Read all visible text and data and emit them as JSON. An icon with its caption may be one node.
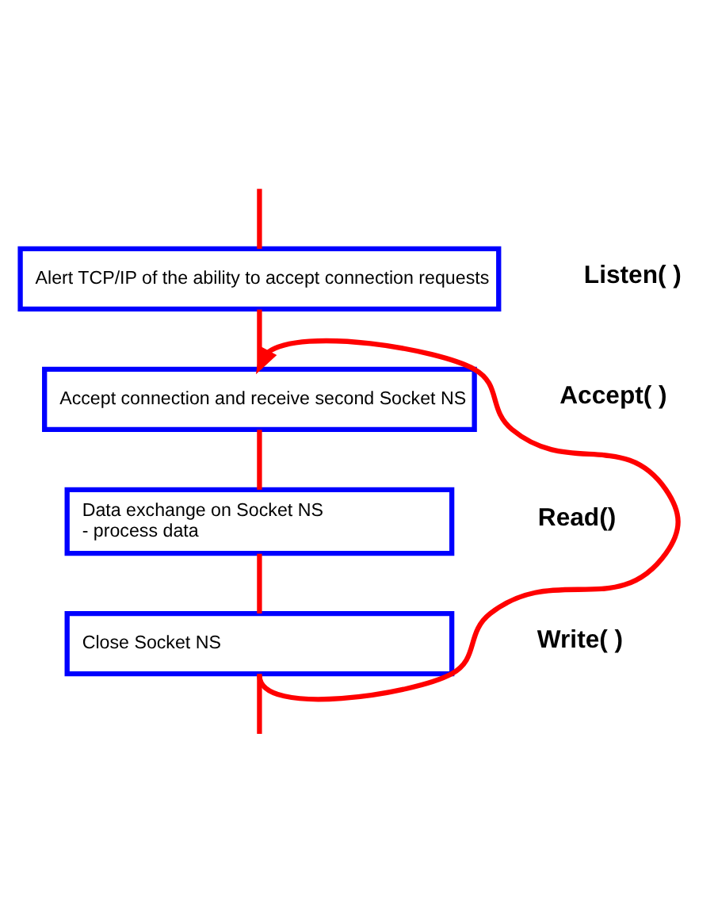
{
  "diagram": {
    "nodes": [
      {
        "text": [
          "Alert TCP/IP of the ability to accept connection requests"
        ]
      },
      {
        "text": [
          "Accept connection and receive second Socket NS"
        ]
      },
      {
        "text": [
          "Data exchange on Socket NS",
          "- process data"
        ]
      },
      {
        "text": [
          "Close Socket NS"
        ]
      }
    ],
    "edges": [
      {
        "from": null,
        "to": 0,
        "arrow": "none"
      },
      {
        "from": 0,
        "to": 1,
        "arrow": "none"
      },
      {
        "from": 1,
        "to": 2,
        "arrow": "none"
      },
      {
        "from": 2,
        "to": 3,
        "arrow": "none"
      },
      {
        "from": 3,
        "to": 1,
        "arrow": "to"
      },
      {
        "from": 3,
        "to": null,
        "arrow": "none"
      }
    ],
    "labels": [
      "Listen( )",
      "Accept( )",
      "Read()",
      "Write( )"
    ]
  }
}
